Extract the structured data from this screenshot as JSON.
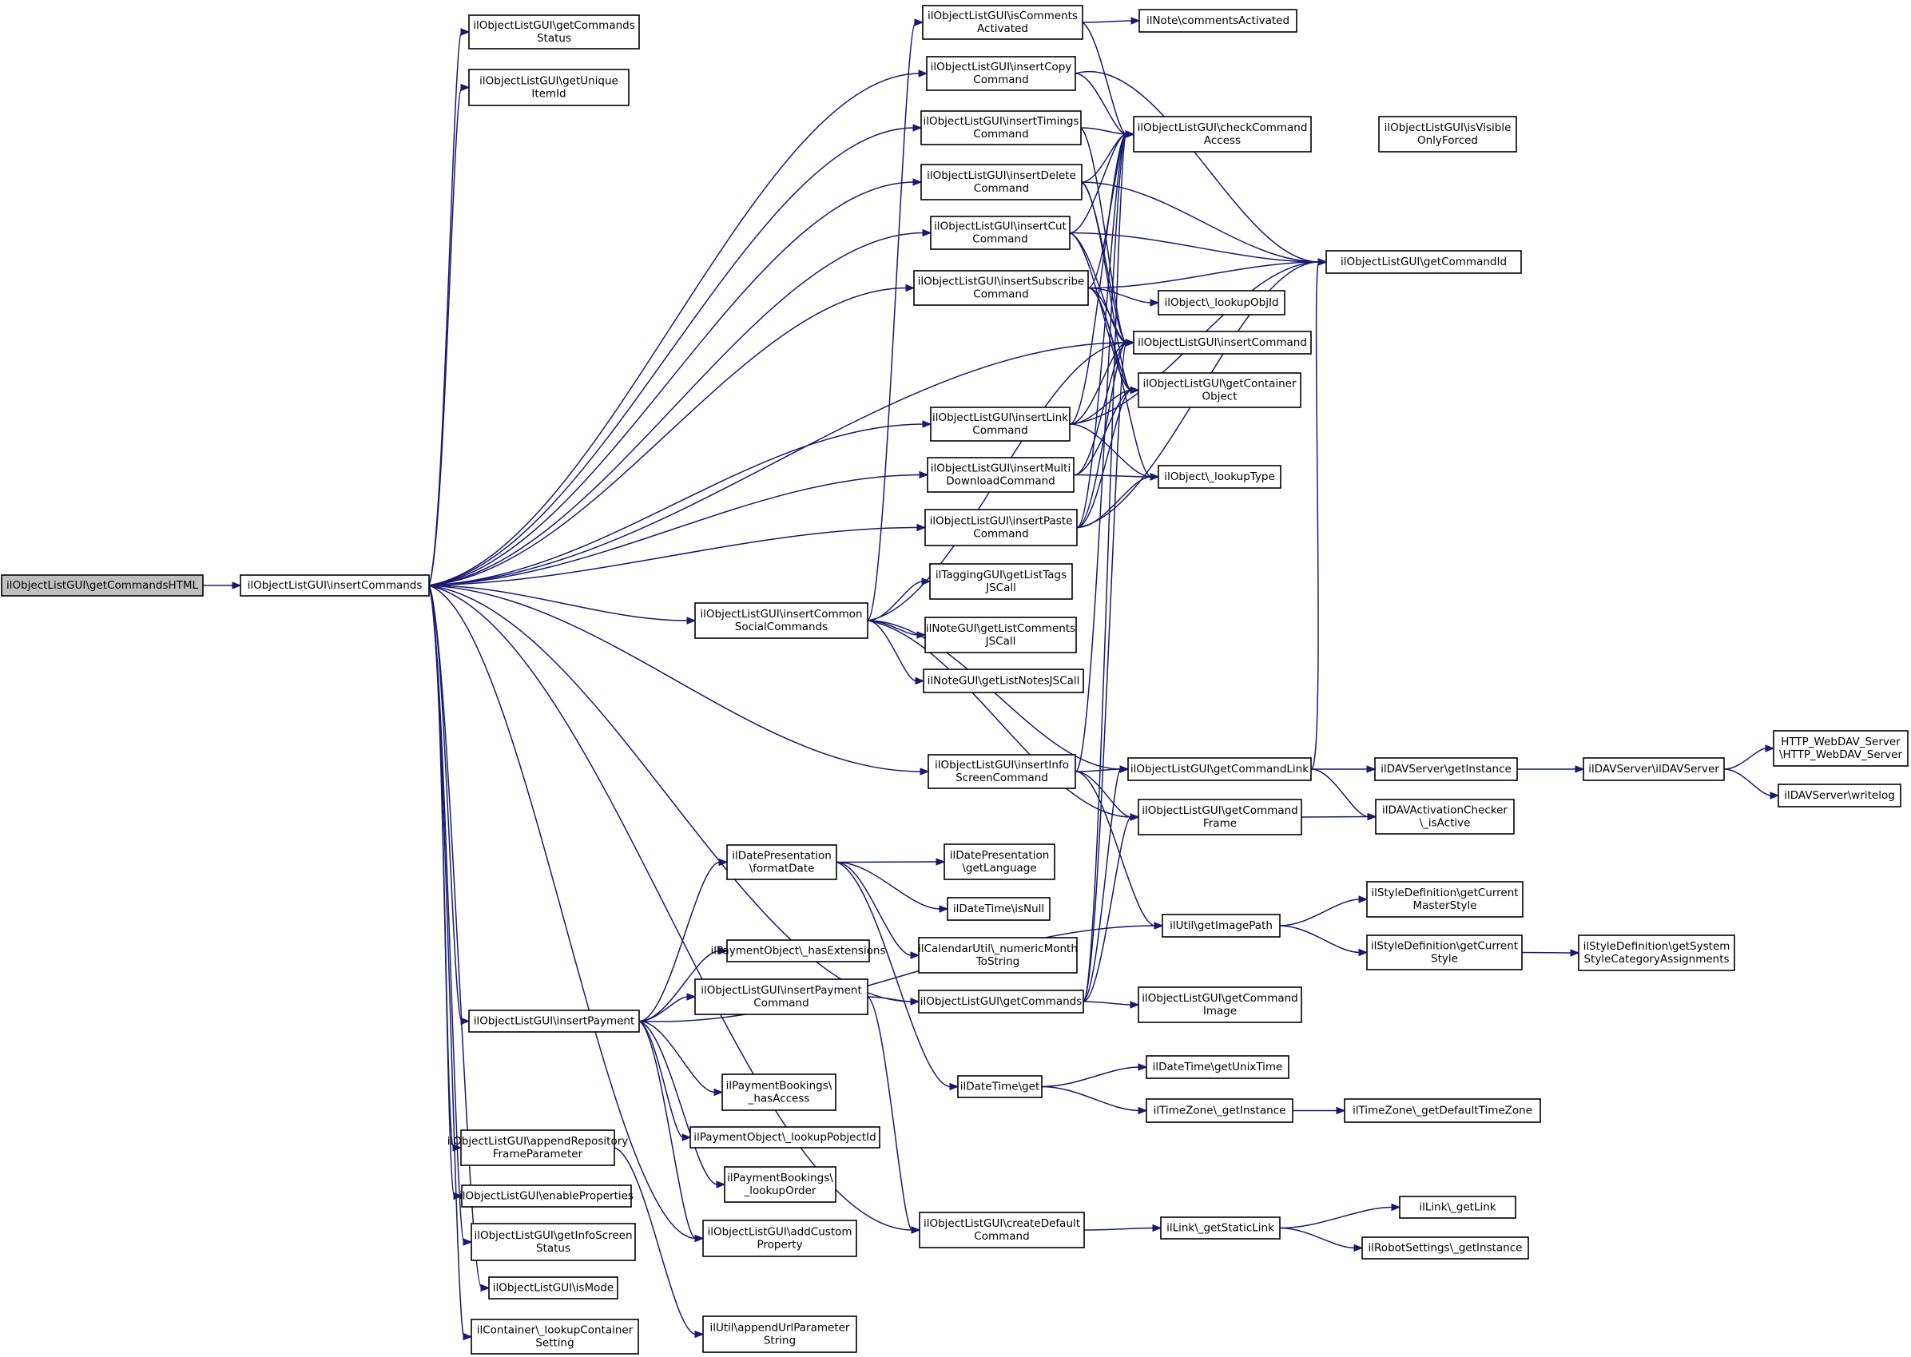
{
  "diagram": {
    "title": "",
    "edge_color": "#191970",
    "node_fill": "#ffffff",
    "root_fill": "#bfbfbf",
    "nodes": [
      {
        "id": "n0",
        "lines": [
          "ilObjectListGUI\\getCommandsHTML"
        ],
        "root": true
      },
      {
        "id": "n1",
        "lines": [
          "ilObjectListGUI\\insertCommands"
        ]
      },
      {
        "id": "n2",
        "lines": [
          "ilObjectListGUI\\getCommands",
          "Status"
        ]
      },
      {
        "id": "n3",
        "lines": [
          "ilObjectListGUI\\getUnique",
          "ItemId"
        ]
      },
      {
        "id": "n4",
        "lines": [
          "ilObjectListGUI\\isComments",
          "Activated"
        ]
      },
      {
        "id": "n5",
        "lines": [
          "ilNote\\commentsActivated"
        ]
      },
      {
        "id": "n6",
        "lines": [
          "ilObjectListGUI\\insertCopy",
          "Command"
        ]
      },
      {
        "id": "n7",
        "lines": [
          "ilObjectListGUI\\checkCommand",
          "Access"
        ]
      },
      {
        "id": "n8",
        "lines": [
          "ilObjectListGUI\\isVisible",
          "OnlyForced"
        ]
      },
      {
        "id": "n9",
        "lines": [
          "ilObjectListGUI\\insertTimings",
          "Command"
        ]
      },
      {
        "id": "n10",
        "lines": [
          "ilObjectListGUI\\insertDelete",
          "Command"
        ]
      },
      {
        "id": "n11",
        "lines": [
          "ilObjectListGUI\\insertCut",
          "Command"
        ]
      },
      {
        "id": "n12",
        "lines": [
          "ilObjectListGUI\\getCommandId"
        ]
      },
      {
        "id": "n13",
        "lines": [
          "ilObjectListGUI\\insertSubscribe",
          "Command"
        ]
      },
      {
        "id": "n14",
        "lines": [
          "ilObject\\_lookupObjId"
        ]
      },
      {
        "id": "n15",
        "lines": [
          "ilObjectListGUI\\insertCommand"
        ]
      },
      {
        "id": "n16",
        "lines": [
          "ilObjectListGUI\\getContainer",
          "Object"
        ]
      },
      {
        "id": "n17",
        "lines": [
          "ilObjectListGUI\\insertLink",
          "Command"
        ]
      },
      {
        "id": "n18",
        "lines": [
          "ilObjectListGUI\\insertMulti",
          "DownloadCommand"
        ]
      },
      {
        "id": "n19",
        "lines": [
          "ilObject\\_lookupType"
        ]
      },
      {
        "id": "n20",
        "lines": [
          "ilObjectListGUI\\insertPaste",
          "Command"
        ]
      },
      {
        "id": "n21",
        "lines": [
          "ilTaggingGUI\\getListTags",
          "JSCall"
        ]
      },
      {
        "id": "n22",
        "lines": [
          "ilObjectListGUI\\insertCommon",
          "SocialCommands"
        ]
      },
      {
        "id": "n23",
        "lines": [
          "ilNoteGUI\\getListComments",
          "JSCall"
        ]
      },
      {
        "id": "n24",
        "lines": [
          "ilNoteGUI\\getListNotesJSCall"
        ]
      },
      {
        "id": "n25",
        "lines": [
          "ilObjectListGUI\\insertInfo",
          "ScreenCommand"
        ]
      },
      {
        "id": "n26",
        "lines": [
          "ilObjectListGUI\\getCommandLink"
        ]
      },
      {
        "id": "n27",
        "lines": [
          "ilDAVServer\\getInstance"
        ]
      },
      {
        "id": "n28",
        "lines": [
          "ilDAVServer\\ilDAVServer"
        ]
      },
      {
        "id": "n29",
        "lines": [
          "HTTP_WebDAV_Server",
          "\\HTTP_WebDAV_Server"
        ]
      },
      {
        "id": "n30",
        "lines": [
          "ilDAVServer\\writelog"
        ]
      },
      {
        "id": "n31",
        "lines": [
          "ilObjectListGUI\\getCommand",
          "Frame"
        ]
      },
      {
        "id": "n32",
        "lines": [
          "ilDAVActivationChecker",
          "\\_isActive"
        ]
      },
      {
        "id": "n33",
        "lines": [
          "ilDatePresentation",
          "\\formatDate"
        ]
      },
      {
        "id": "n34",
        "lines": [
          "ilDatePresentation",
          "\\getLanguage"
        ]
      },
      {
        "id": "n35",
        "lines": [
          "ilDateTime\\isNull"
        ]
      },
      {
        "id": "n36",
        "lines": [
          "ilUtil\\getImagePath"
        ]
      },
      {
        "id": "n37",
        "lines": [
          "ilStyleDefinition\\getCurrent",
          "MasterStyle"
        ]
      },
      {
        "id": "n38",
        "lines": [
          "ilCalendarUtil\\_numericMonth",
          "ToString"
        ]
      },
      {
        "id": "n39",
        "lines": [
          "ilStyleDefinition\\getCurrent",
          "Style"
        ]
      },
      {
        "id": "n40",
        "lines": [
          "ilStyleDefinition\\getSystem",
          "StyleCategoryAssignments"
        ]
      },
      {
        "id": "n41",
        "lines": [
          "ilPaymentObject\\_hasExtensions"
        ]
      },
      {
        "id": "n42",
        "lines": [
          "ilObjectListGUI\\insertPayment",
          "Command"
        ]
      },
      {
        "id": "n43",
        "lines": [
          "ilObjectListGUI\\getCommands"
        ]
      },
      {
        "id": "n44",
        "lines": [
          "ilObjectListGUI\\insertPayment"
        ]
      },
      {
        "id": "n45",
        "lines": [
          "ilObjectListGUI\\getCommand",
          "Image"
        ]
      },
      {
        "id": "n46",
        "lines": [
          "ilDateTime\\getUnixTime"
        ]
      },
      {
        "id": "n47",
        "lines": [
          "ilPaymentBookings\\",
          "_hasAccess"
        ]
      },
      {
        "id": "n48",
        "lines": [
          "ilDateTime\\get"
        ]
      },
      {
        "id": "n49",
        "lines": [
          "ilTimeZone\\_getInstance"
        ]
      },
      {
        "id": "n50",
        "lines": [
          "ilTimeZone\\_getDefaultTimeZone"
        ]
      },
      {
        "id": "n51",
        "lines": [
          "ilObjectListGUI\\appendRepository",
          "FrameParameter"
        ]
      },
      {
        "id": "n52",
        "lines": [
          "ilPaymentObject\\_lookupPobjectId"
        ]
      },
      {
        "id": "n53",
        "lines": [
          "ilObjectListGUI\\enableProperties"
        ]
      },
      {
        "id": "n54",
        "lines": [
          "ilPaymentBookings\\",
          "_lookupOrder"
        ]
      },
      {
        "id": "n55",
        "lines": [
          "ilLink\\_getLink"
        ]
      },
      {
        "id": "n56",
        "lines": [
          "ilObjectListGUI\\createDefault",
          "Command"
        ]
      },
      {
        "id": "n57",
        "lines": [
          "ilLink\\_getStaticLink"
        ]
      },
      {
        "id": "n58",
        "lines": [
          "ilObjectListGUI\\getInfoScreen",
          "Status"
        ]
      },
      {
        "id": "n59",
        "lines": [
          "ilObjectListGUI\\addCustom",
          "Property"
        ]
      },
      {
        "id": "n60",
        "lines": [
          "ilRobotSettings\\_getInstance"
        ]
      },
      {
        "id": "n61",
        "lines": [
          "ilObjectListGUI\\isMode"
        ]
      },
      {
        "id": "n62",
        "lines": [
          "ilContainer\\_lookupContainer",
          "Setting"
        ]
      },
      {
        "id": "n63",
        "lines": [
          "ilUtil\\appendUrlParameter",
          "String"
        ]
      }
    ]
  }
}
